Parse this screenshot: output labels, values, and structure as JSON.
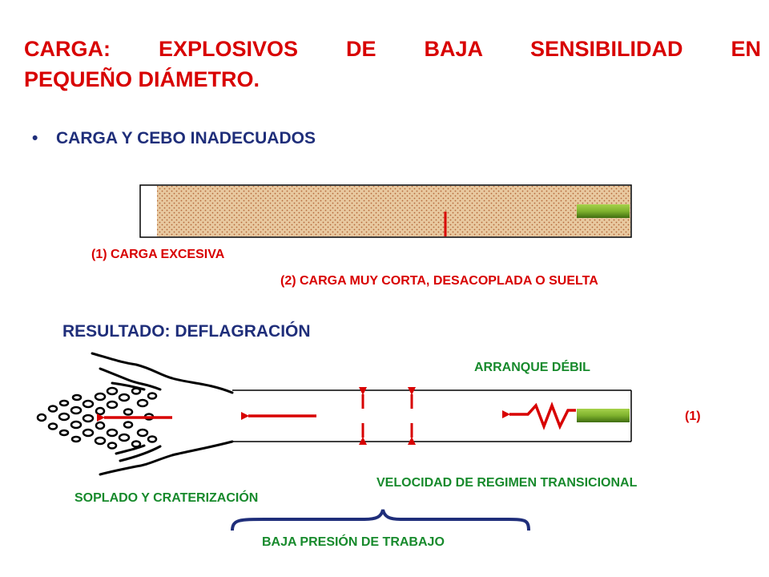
{
  "title": {
    "line1": "CARGA: EXPLOSIVOS DE BAJA SENSIBILIDAD EN",
    "line2": "PEQUEÑO DIÁMETRO."
  },
  "bullet": {
    "symbol": "•",
    "text": "CARGA Y CEBO INADECUADOS"
  },
  "labels": {
    "carga_excesiva": "(1)  CARGA EXCESIVA",
    "carga_corta": "(2)  CARGA MUY CORTA, DESACOPLADA O SUELTA",
    "resultado": "RESULTADO: DEFLAGRACIÓN",
    "arranque": "ARRANQUE  DÉBIL",
    "ref_1": "(1)",
    "velocidad": "VELOCIDAD DE REGIMEN TRANSICIONAL",
    "soplado": "SOPLADO Y CRATERIZACIÓN",
    "baja_presion": "BAJA  PRESIÓN DE TRABAJO"
  },
  "colors": {
    "title": "#d80000",
    "bullet": "#1f2e7a",
    "red_label": "#d80000",
    "green_label": "#178a2c",
    "charge_fill": "#e8c9a0",
    "charge_dots": "#b4683a",
    "primer": "#7fb22e",
    "arrow": "#d80000",
    "brace": "#1f2e7a"
  }
}
